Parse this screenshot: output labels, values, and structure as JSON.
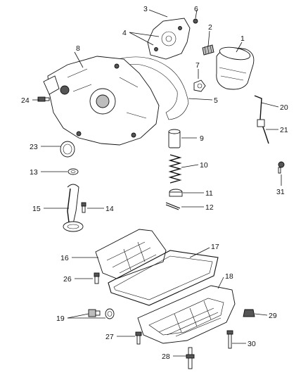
{
  "callouts": {
    "c1": "1",
    "c2": "2",
    "c3": "3",
    "c4": "4",
    "c5": "5",
    "c6": "6",
    "c7": "7",
    "c8": "8",
    "c9": "9",
    "c10": "10",
    "c11": "11",
    "c12": "12",
    "c13": "13",
    "c14": "14",
    "c15": "15",
    "c16": "16",
    "c17": "17",
    "c18": "18",
    "c19": "19",
    "c20": "20",
    "c21": "21",
    "c23": "23",
    "c24": "24",
    "c26": "26",
    "c27": "27",
    "c28": "28",
    "c29": "29",
    "c30": "30",
    "c31": "31"
  }
}
